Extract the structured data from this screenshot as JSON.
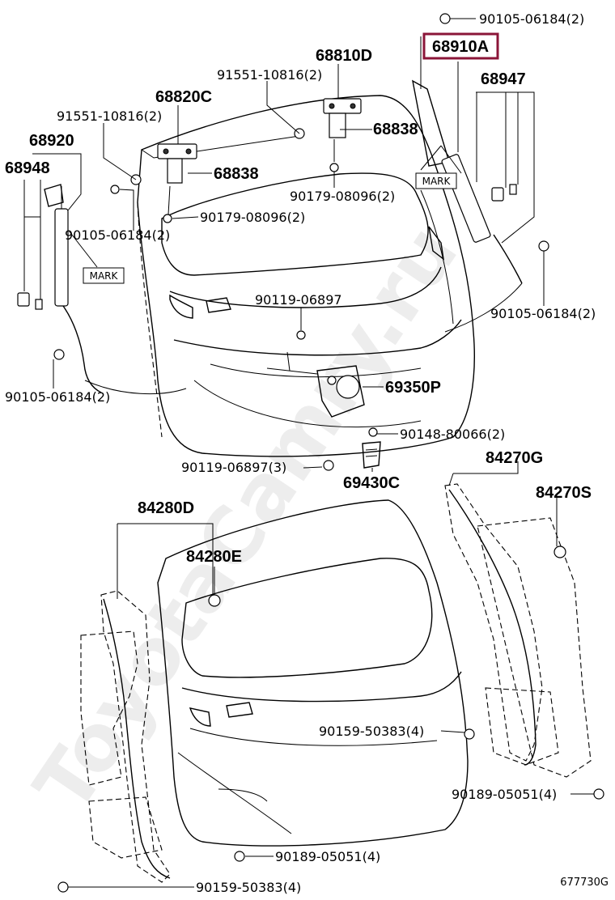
{
  "watermark": "ToyotaCamry.ru",
  "highlight_color": "#8b1538",
  "highlighted_part": "68910A",
  "labels": {
    "l_90105_top": "90105-06184(2)",
    "l_68910A": "68910A",
    "l_68810D": "68810D",
    "l_91551_a": "91551-10816(2)",
    "l_68947": "68947",
    "l_68820C": "68820C",
    "l_91551_b": "91551-10816(2)",
    "l_68838_a": "68838",
    "l_68920": "68920",
    "l_68948": "68948",
    "l_68838_b": "68838",
    "l_mark_a": "MARK",
    "l_90179_a": "90179-08096(2)",
    "l_90179_b": "90179-08096(2)",
    "l_90105_left": "90105-06184(2)",
    "l_mark_b": "MARK",
    "l_90119_a": "90119-06897",
    "l_90105_right": "90105-06184(2)",
    "l_90105_lower": "90105-06184(2)",
    "l_69350P": "69350P",
    "l_90148": "90148-80066(2)",
    "l_90119_b": "90119-06897(3)",
    "l_69430C": "69430C",
    "l_84270G": "84270G",
    "l_84280D": "84280D",
    "l_84270S": "84270S",
    "l_84280E": "84280E",
    "l_90159_a": "90159-50383(4)",
    "l_90189_a": "90189-05051(4)",
    "l_90189_b": "90189-05051(4)",
    "l_90159_b": "90159-50383(4)",
    "l_ref": "677730G"
  }
}
